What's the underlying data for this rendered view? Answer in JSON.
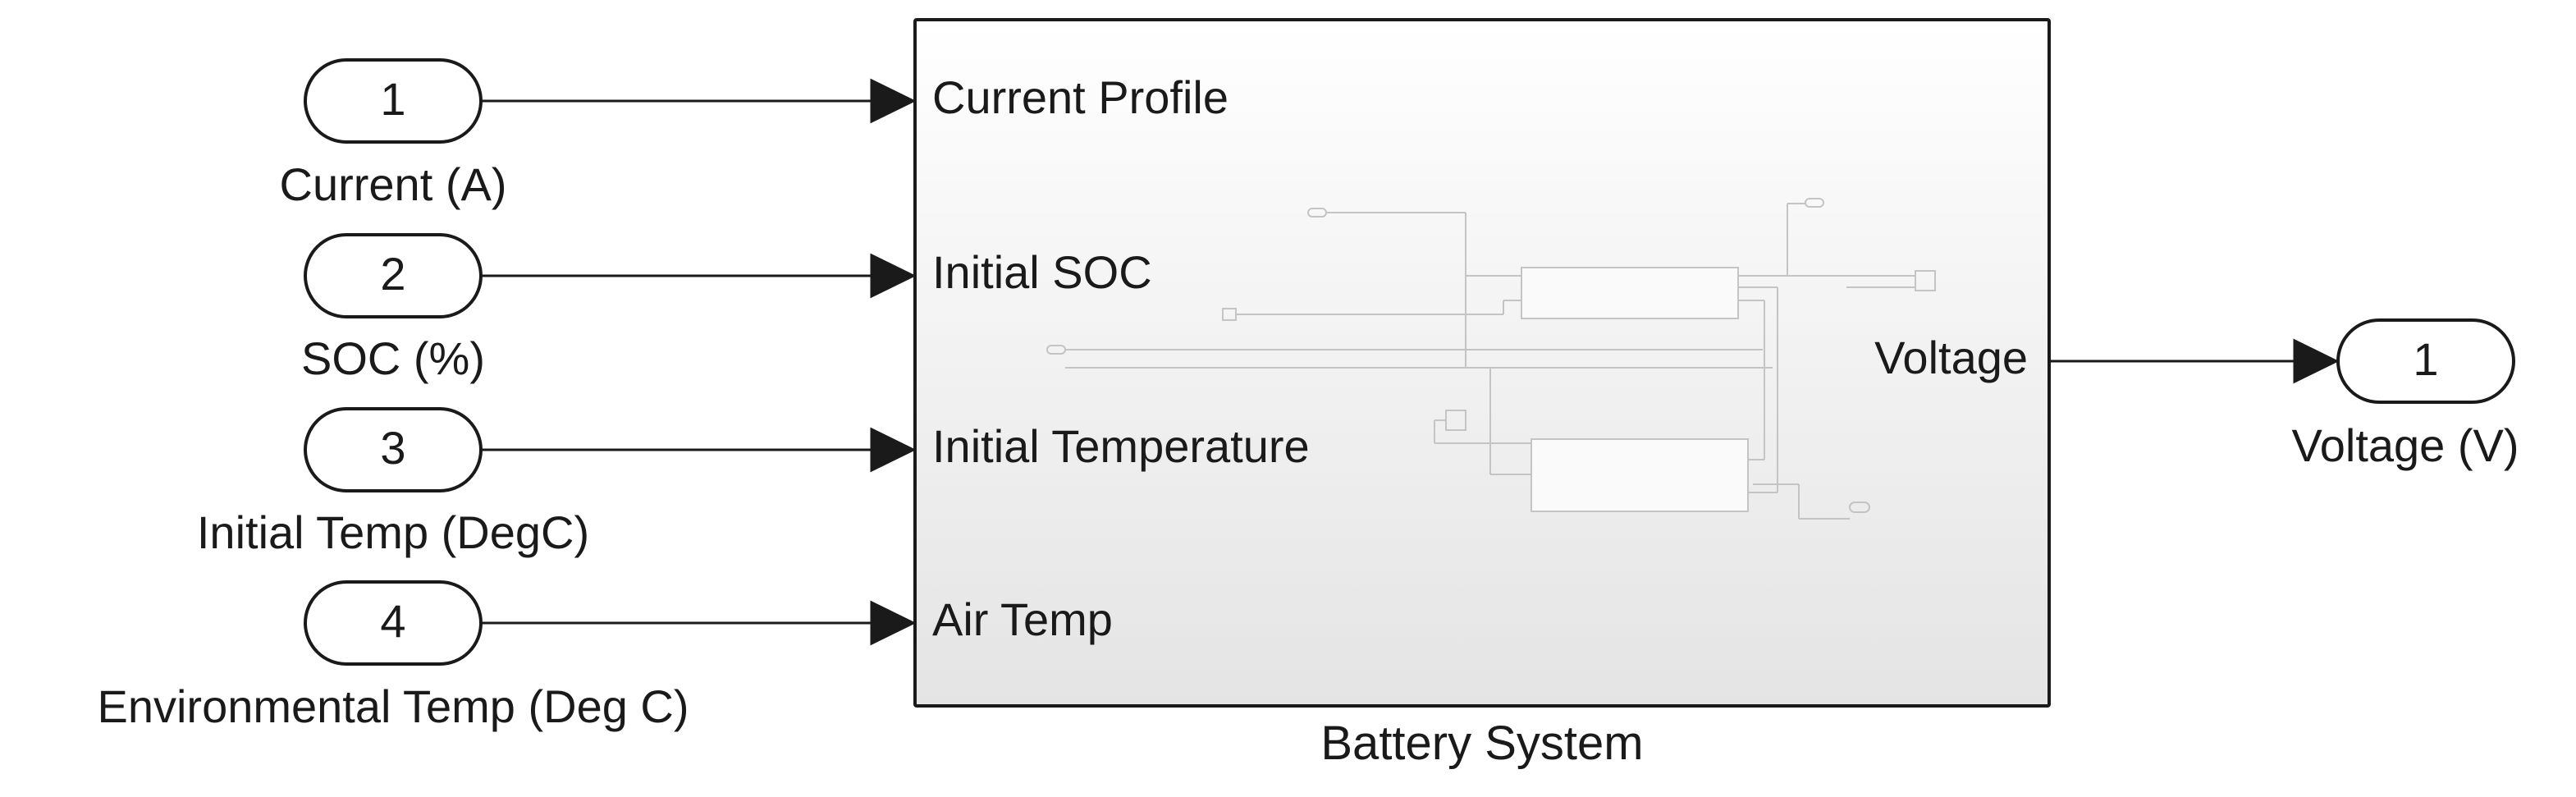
{
  "inports": [
    {
      "number": "1",
      "label": "Current (A)",
      "target_port": "Current Profile"
    },
    {
      "number": "2",
      "label": "SOC (%)",
      "target_port": "Initial SOC"
    },
    {
      "number": "3",
      "label": "Initial Temp (DegC)",
      "target_port": "Initial Temperature"
    },
    {
      "number": "4",
      "label": "Environmental Temp (Deg C)",
      "target_port": "Air Temp"
    }
  ],
  "subsystem": {
    "name": "Battery System",
    "input_ports": [
      "Current Profile",
      "Initial SOC",
      "Initial Temperature",
      "Air Temp"
    ],
    "output_ports": [
      "Voltage"
    ]
  },
  "outports": [
    {
      "number": "1",
      "label": "Voltage (V)",
      "source_port": "Voltage"
    }
  ],
  "colors": {
    "line": "#1a1a1a",
    "block_border": "#1a1a1a",
    "block_fill_top": "#ffffff",
    "block_fill_bottom": "#e6e6e6",
    "thumbnail_line": "#c8c8c8"
  }
}
